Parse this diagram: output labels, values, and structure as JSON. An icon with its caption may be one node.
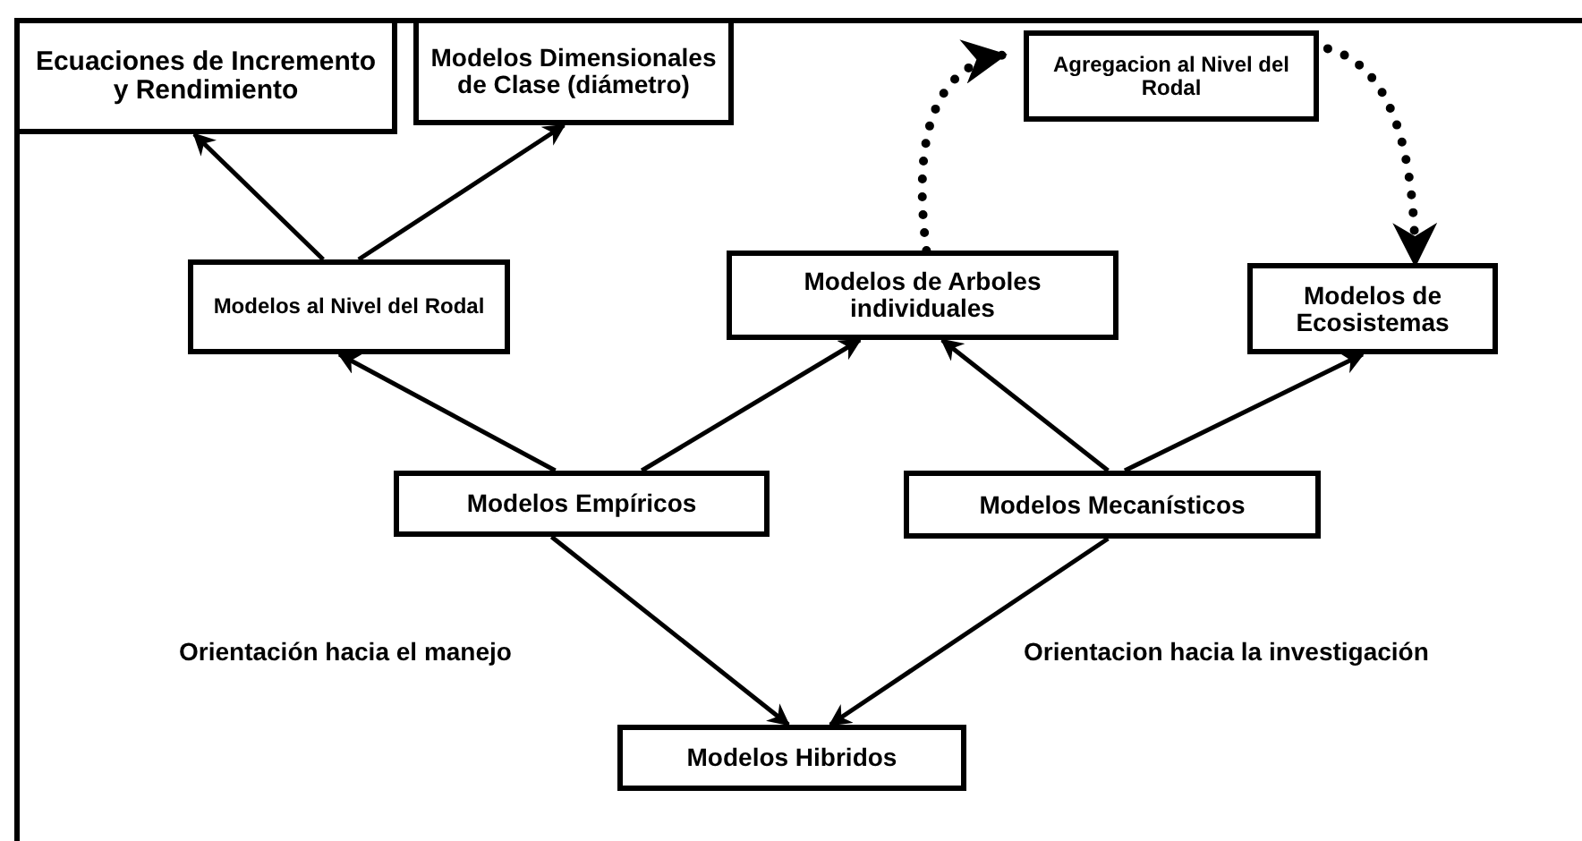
{
  "diagram": {
    "nodes": [
      {
        "text": [
          "Ecuaciones de Incremento y Rendimiento"
        ]
      },
      {
        "text": [
          "Modelos Dimensionales de Clase (diámetro)"
        ]
      },
      {
        "text": [
          "Agregacion al Nivel del Rodal"
        ]
      },
      {
        "text": [
          "Modelos al Nivel del Rodal"
        ]
      },
      {
        "text": [
          "Modelos de Arboles individuales"
        ]
      },
      {
        "text": [
          "Modelos de Ecosistemas"
        ]
      },
      {
        "text": [
          "Modelos Empíricos"
        ]
      },
      {
        "text": [
          "Modelos Mecanísticos"
        ]
      },
      {
        "text": [
          "Modelos Hibridos"
        ]
      }
    ],
    "edges": [
      {
        "from": 3,
        "to": 0,
        "arrow": "to"
      },
      {
        "from": 3,
        "to": 1,
        "arrow": "to"
      },
      {
        "from": 6,
        "to": 3,
        "arrow": "to"
      },
      {
        "from": 6,
        "to": 4,
        "arrow": "to"
      },
      {
        "from": 7,
        "to": 4,
        "arrow": "to"
      },
      {
        "from": 7,
        "to": 5,
        "arrow": "to"
      },
      {
        "from": 6,
        "to": 8,
        "arrow": "to"
      },
      {
        "from": 7,
        "to": 8,
        "arrow": "to"
      },
      {
        "from": 4,
        "to": 2,
        "arrow": "to",
        "style": "dashed"
      },
      {
        "from": 2,
        "to": 5,
        "arrow": "to",
        "style": "dashed"
      }
    ],
    "labels": [
      "Orientación hacia el manejo",
      "Orientacion hacia la investigación"
    ]
  }
}
